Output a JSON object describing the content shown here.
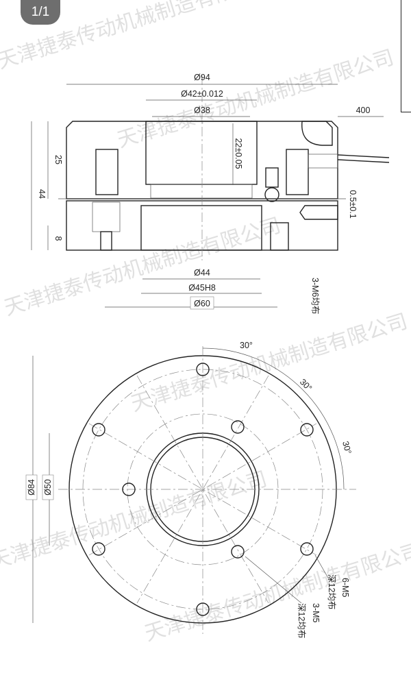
{
  "viewer": {
    "page_indicator": "1/1"
  },
  "watermark": "天津捷泰传动机械制造有限公司",
  "section_view": {
    "dims": {
      "d94": "Ø94",
      "d42": "Ø42±0.012",
      "d38": "Ø38",
      "len400": "400",
      "h25": "25",
      "h44": "44",
      "h8": "8",
      "h22": "22±0.05",
      "gap": "0.5±0.1",
      "d44": "Ø44",
      "d45": "Ø45H8",
      "d60": "Ø60",
      "m6": "3-M6均布"
    }
  },
  "plan_view": {
    "dims": {
      "d84": "Ø84",
      "d50": "Ø50",
      "a1": "30°",
      "a2": "30°",
      "a3": "30°",
      "m5_6_a": "6-M5",
      "m5_6_b": "深12均布",
      "m5_3_a": "3-M5",
      "m5_3_b": "深12均布"
    }
  }
}
